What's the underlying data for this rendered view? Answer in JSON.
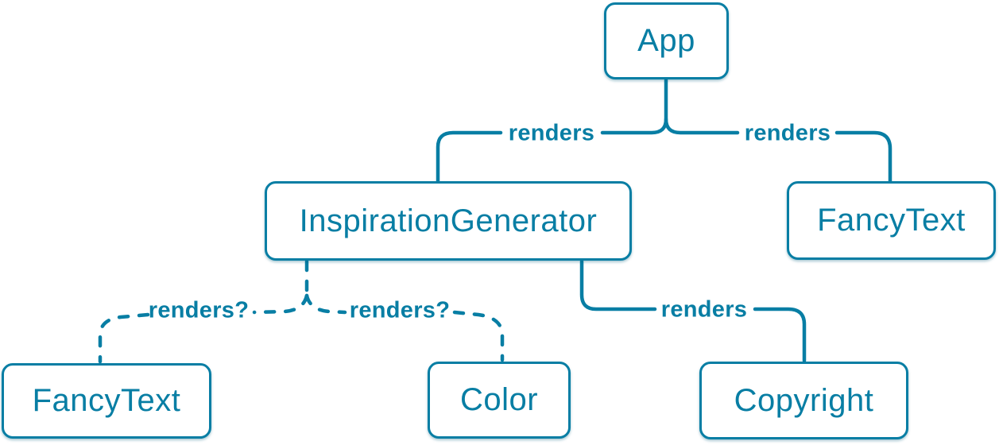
{
  "diagram": {
    "background_color": "#ffffff",
    "accent_color": "#087ea4",
    "node_fill_color": "#ffffff",
    "nodes": [
      {
        "id": "app",
        "label": "App"
      },
      {
        "id": "inspiration-generator",
        "label": "InspirationGenerator"
      },
      {
        "id": "fancy-text-top",
        "label": "FancyText"
      },
      {
        "id": "fancy-text-bottom",
        "label": "FancyText"
      },
      {
        "id": "color",
        "label": "Color"
      },
      {
        "id": "copyright",
        "label": "Copyright"
      }
    ],
    "edges": [
      {
        "from": "App",
        "to": "InspirationGenerator",
        "label": "renders",
        "style": "solid"
      },
      {
        "from": "App",
        "to": "FancyText",
        "label": "renders",
        "style": "solid"
      },
      {
        "from": "InspirationGenerator",
        "to": "FancyText",
        "label": "renders?",
        "style": "dashed"
      },
      {
        "from": "InspirationGenerator",
        "to": "Color",
        "label": "renders?",
        "style": "dashed"
      },
      {
        "from": "InspirationGenerator",
        "to": "Copyright",
        "label": "renders",
        "style": "solid"
      }
    ]
  }
}
